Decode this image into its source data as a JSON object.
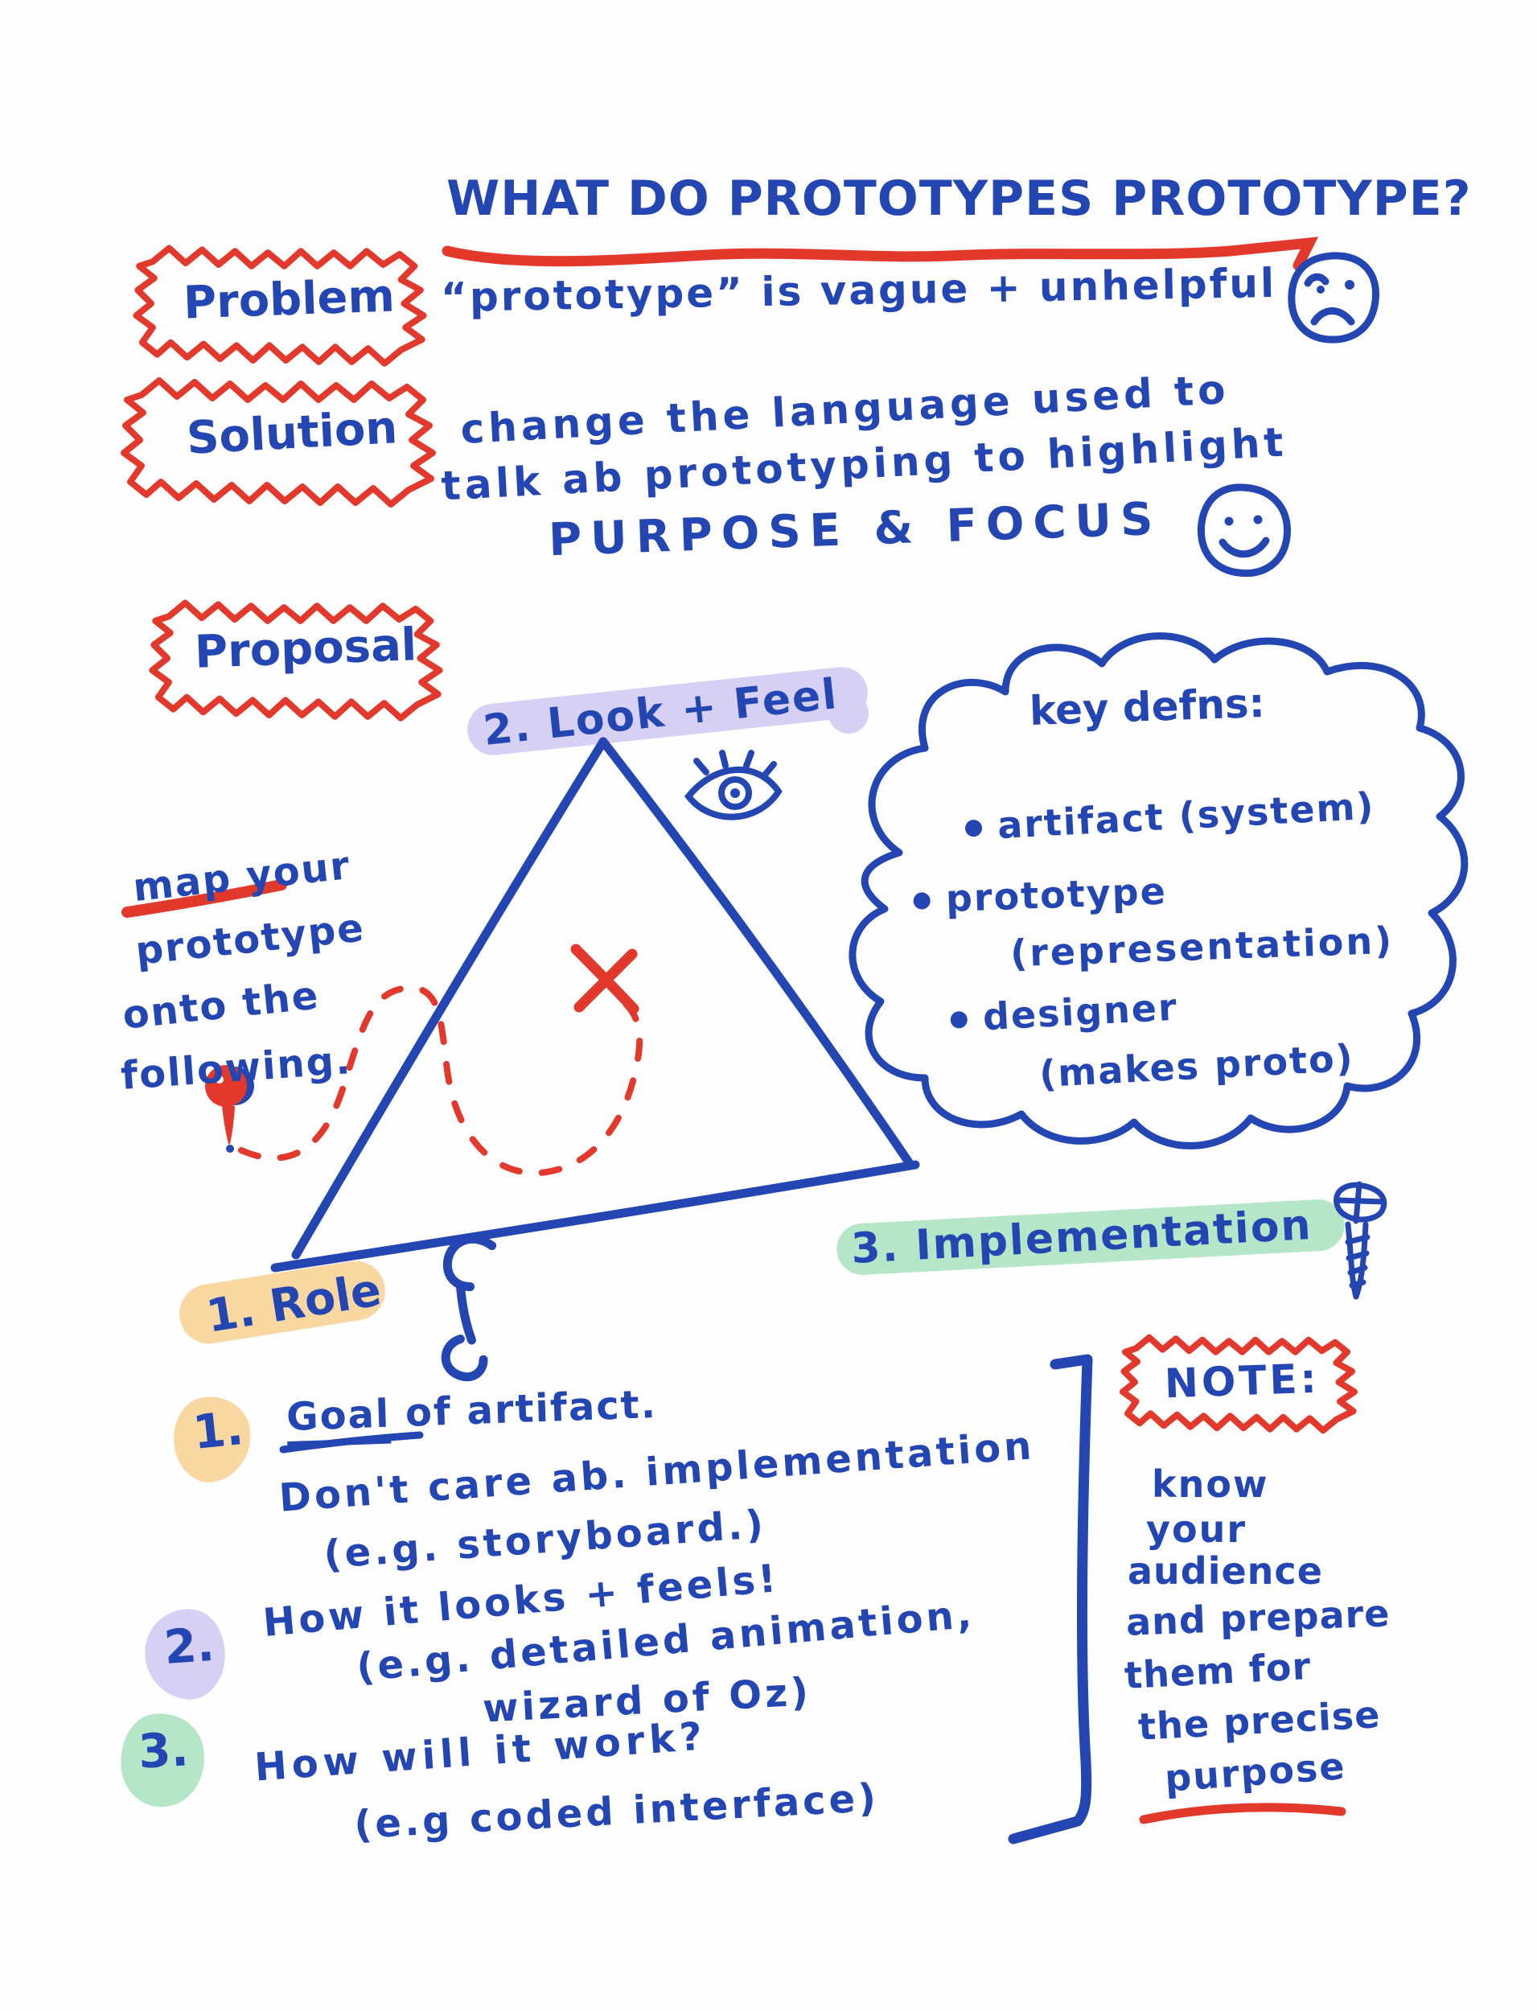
{
  "colors": {
    "ink_blue": "#2446b2",
    "marker_red": "#e2392c",
    "highlight_lavender": "#d6d0f5",
    "highlight_orange": "#f8d8a0",
    "highlight_green": "#b5e6c8"
  },
  "title": {
    "text": "WHAT DO PROTOTYPES PROTOTYPE?"
  },
  "problem": {
    "label": "Problem",
    "text": "“prototype” is vague + unhelpful"
  },
  "solution": {
    "label": "Solution",
    "line1": "change the language used to",
    "line2": "talk ab prototyping to highlight",
    "line3": "PURPOSE & FOCUS"
  },
  "proposal": {
    "label": "Proposal"
  },
  "map_note": {
    "line1": "map your",
    "line2": "prototype",
    "line3": "onto the",
    "line4": "following."
  },
  "triangle": {
    "corner1": "1. Role",
    "corner2": "2. Look + Feel",
    "corner3": "3. Implementation"
  },
  "key_defns": {
    "title": "key defns:",
    "item1": "artifact (system)",
    "item2a": "prototype",
    "item2b": "(representation)",
    "item3a": "designer",
    "item3b": "(makes proto)"
  },
  "list": {
    "item1": {
      "num": "1.",
      "line1a": "Goal",
      "line1b": " of artifact.",
      "line2": "Don't care ab. implementation",
      "line3": "(e.g. storyboard.)"
    },
    "item2": {
      "num": "2.",
      "line1": "How it looks + feels!",
      "line2": "(e.g. detailed animation,",
      "line3": "wizard of Oz)"
    },
    "item3": {
      "num": "3.",
      "line1": "How will it work?",
      "line2": "(e.g coded interface)"
    }
  },
  "note": {
    "label": "NOTE:",
    "line1": "know",
    "line2": "your",
    "line3": "audience",
    "line4": "and prepare",
    "line5": "them for",
    "line6": "the precise",
    "line7": "purpose"
  },
  "icons": {
    "sad_face": "sad-face-icon",
    "smiley_face": "smiley-face-icon",
    "eye": "eye-icon",
    "wrench": "wrench-icon",
    "screw": "screw-icon",
    "pin": "map-pin-icon",
    "x_marker": "x-marker-icon"
  }
}
